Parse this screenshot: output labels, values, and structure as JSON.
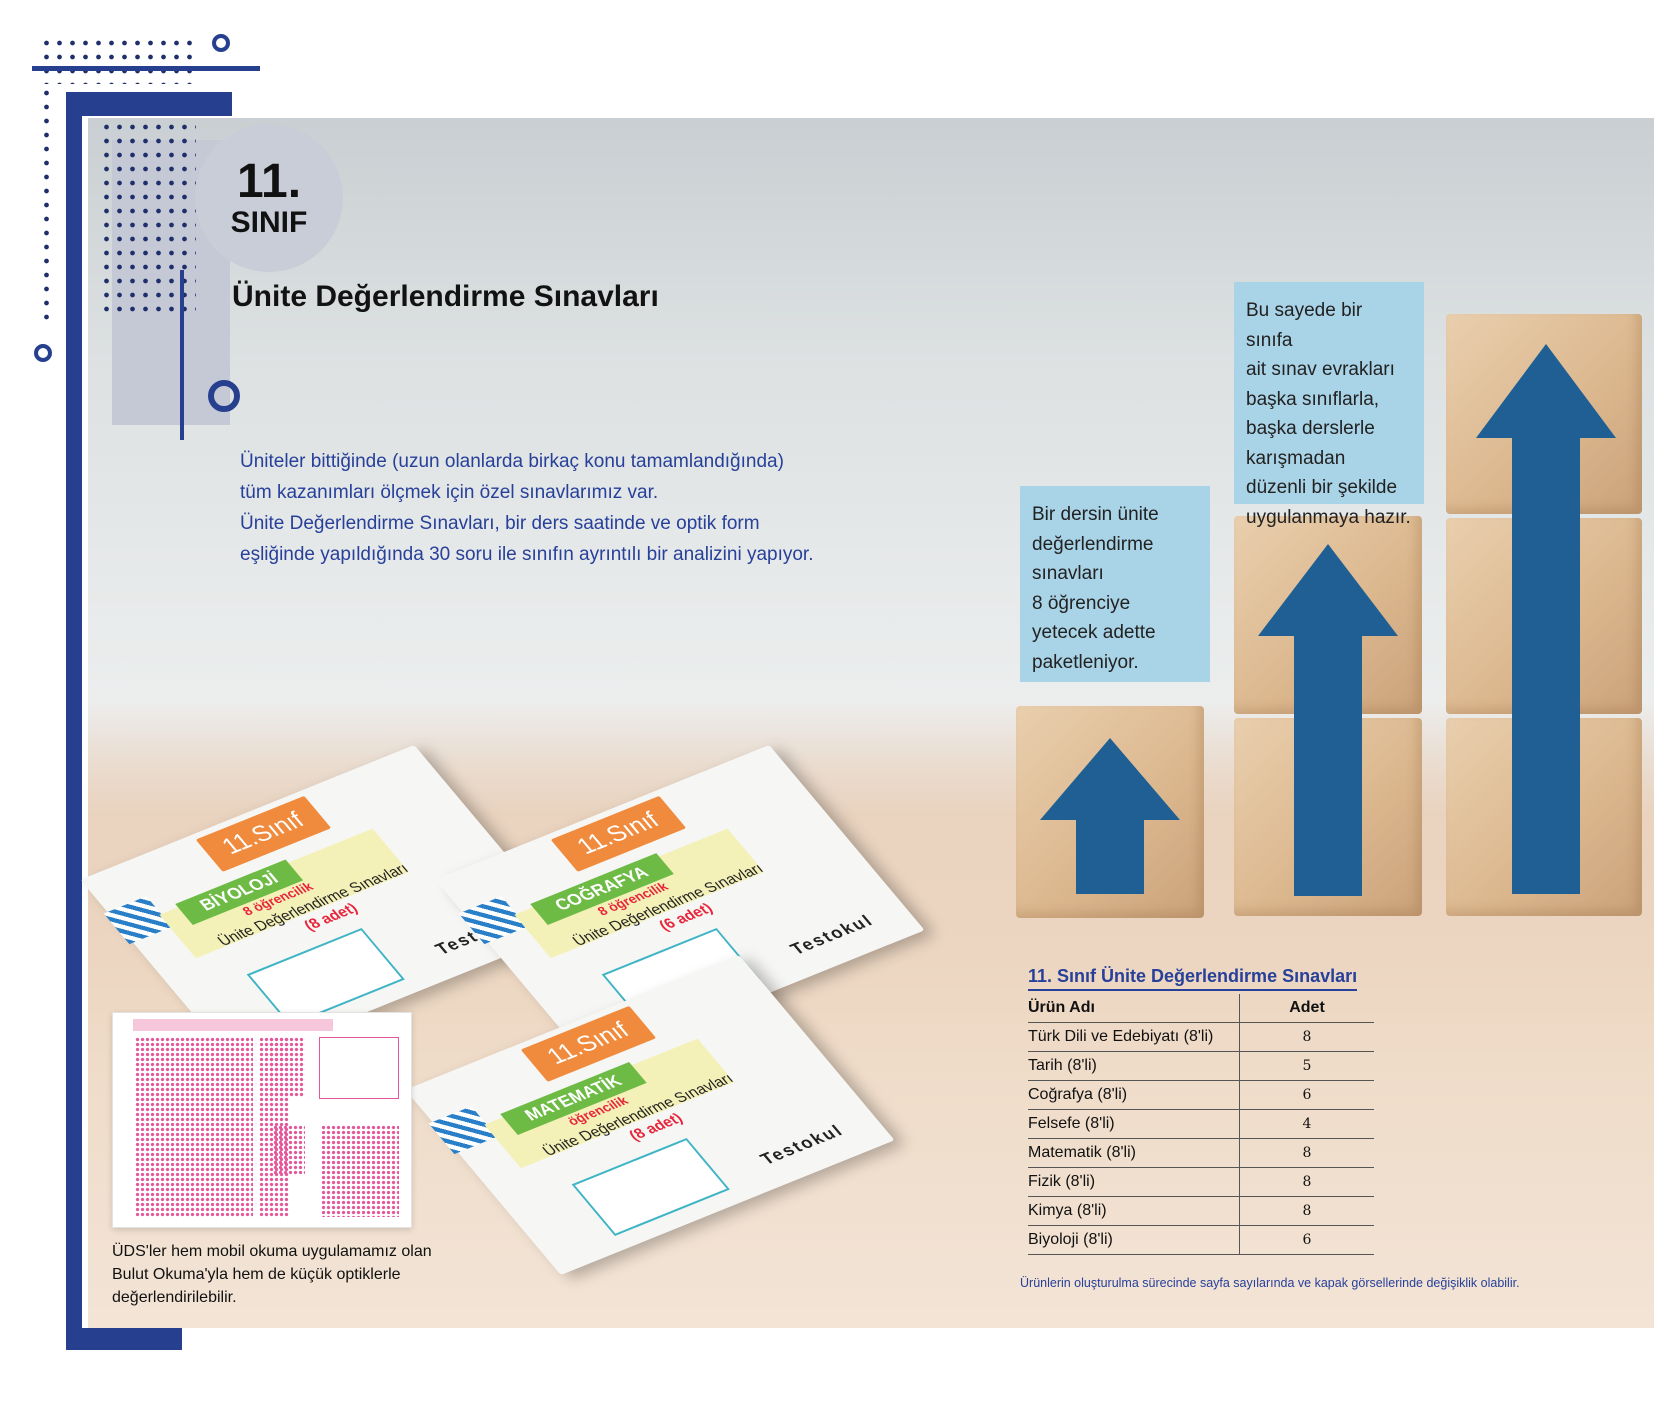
{
  "badge": {
    "grade_number": "11.",
    "grade_word": "SINIF"
  },
  "page_title": "Ünite Değerlendirme Sınavları",
  "intro_lines": [
    "Üniteler bittiğinde (uzun olanlarda birkaç konu tamamlandığında)",
    "tüm kazanımları ölçmek için özel sınavlarımız var.",
    "Ünite Değerlendirme Sınavları, bir ders saatinde ve optik form",
    "eşliğinde yapıldığında 30 soru ile sınıfın ayrıntılı bir analizini yapıyor."
  ],
  "info_box_1": [
    "Bir dersin ünite",
    "değerlendirme",
    "sınavları",
    "8 öğrenciye",
    "yetecek adette",
    "paketleniyor."
  ],
  "info_box_2": [
    "Bu sayede bir sınıfa",
    "ait sınav evrakları",
    "başka sınıflarla,",
    "başka derslerle",
    "karışmadan",
    "düzenli bir şekilde",
    "uygulanmaya hazır."
  ],
  "booklets": [
    {
      "grade": "11.Sınıf",
      "subject": "BİYOLOJİ",
      "students": "8 öğrencilik",
      "name": "Ünite Değerlendirme Sınavları",
      "count": "(8 adet)",
      "brand": "Testokul"
    },
    {
      "grade": "11.Sınıf",
      "subject": "COĞRAFYA",
      "students": "8 öğrencilik",
      "name": "Ünite Değerlendirme Sınavları",
      "count": "(6 adet)",
      "brand": "Testokul"
    },
    {
      "grade": "11.Sınıf",
      "subject": "MATEMATİK",
      "students": "öğrencilik",
      "name": "Ünite Değerlendirme Sınavları",
      "count": "(8 adet)",
      "brand": "Testokul"
    }
  ],
  "optik_caption": [
    "ÜDS'ler hem mobil okuma uygulamamız olan",
    "Bulut Okuma'yla hem de küçük optiklerle",
    "değerlendirilebilir."
  ],
  "product_table": {
    "title": "11. Sınıf Ünite Değerlendirme Sınavları",
    "headers": {
      "name": "Ürün Adı",
      "count": "Adet"
    },
    "rows": [
      {
        "name": "Türk Dili ve Edebiyatı (8'li)",
        "count": "8"
      },
      {
        "name": "Tarih (8'li)",
        "count": "5"
      },
      {
        "name": "Coğrafya (8'li)",
        "count": "6"
      },
      {
        "name": "Felsefe (8'li)",
        "count": "4"
      },
      {
        "name": "Matematik (8'li)",
        "count": "8"
      },
      {
        "name": "Fizik (8'li)",
        "count": "8"
      },
      {
        "name": "Kimya (8'li)",
        "count": "8"
      },
      {
        "name": "Biyoloji (8'li)",
        "count": "6"
      }
    ]
  },
  "disclaimer": "Ürünlerin oluşturulma sürecinde sayfa sayılarında ve kapak görsellerinde değişiklik olabilir.",
  "colors": {
    "brand_blue": "#26408f",
    "info_box": "#a9d3e6",
    "arrow_blue": "#1f5f93",
    "booklet_orange": "#f08a3c",
    "booklet_green": "#6dbb45"
  }
}
